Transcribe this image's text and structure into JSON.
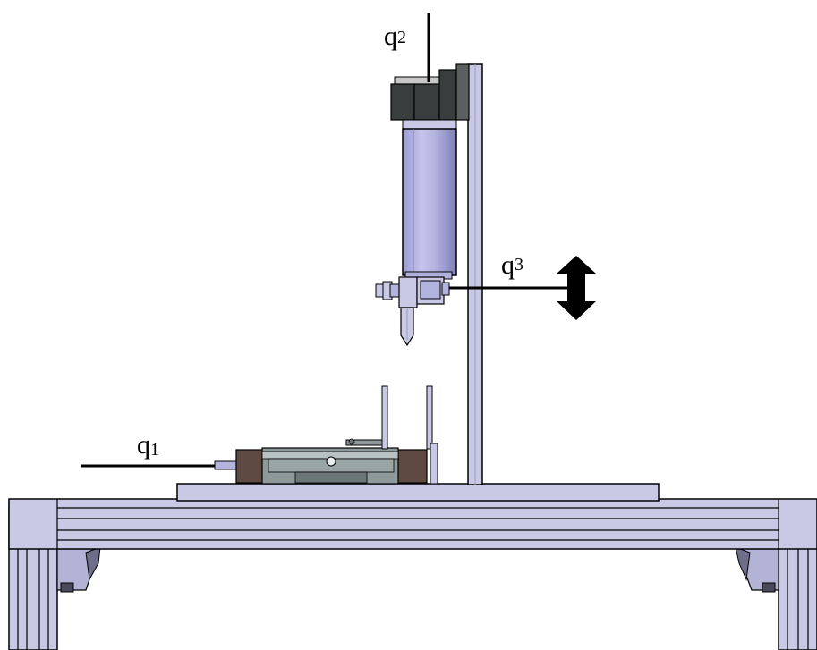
{
  "labels": {
    "q1": {
      "base": "q",
      "sub": "1"
    },
    "q2": {
      "base": "q",
      "sub": "2"
    },
    "q3": {
      "base": "q",
      "sub": "3"
    }
  },
  "colors": {
    "frame": "#c9c9e6",
    "frame_dark": "#9c9cc4",
    "frame_shadow": "#5a5a70",
    "cylinder": "#b3b3e0",
    "cylinder_light": "#d6d6f2",
    "cylinder_dark": "#7e7eb5",
    "block_dark": "#3a3d3e",
    "block_mid": "#5b5f60",
    "slide_gray": "#8e9a9a",
    "slide_light": "#b9c2c2",
    "wood": "#5e4a40",
    "outline": "#000000"
  },
  "icons": {
    "motion": "double-arrow-vertical-icon"
  }
}
